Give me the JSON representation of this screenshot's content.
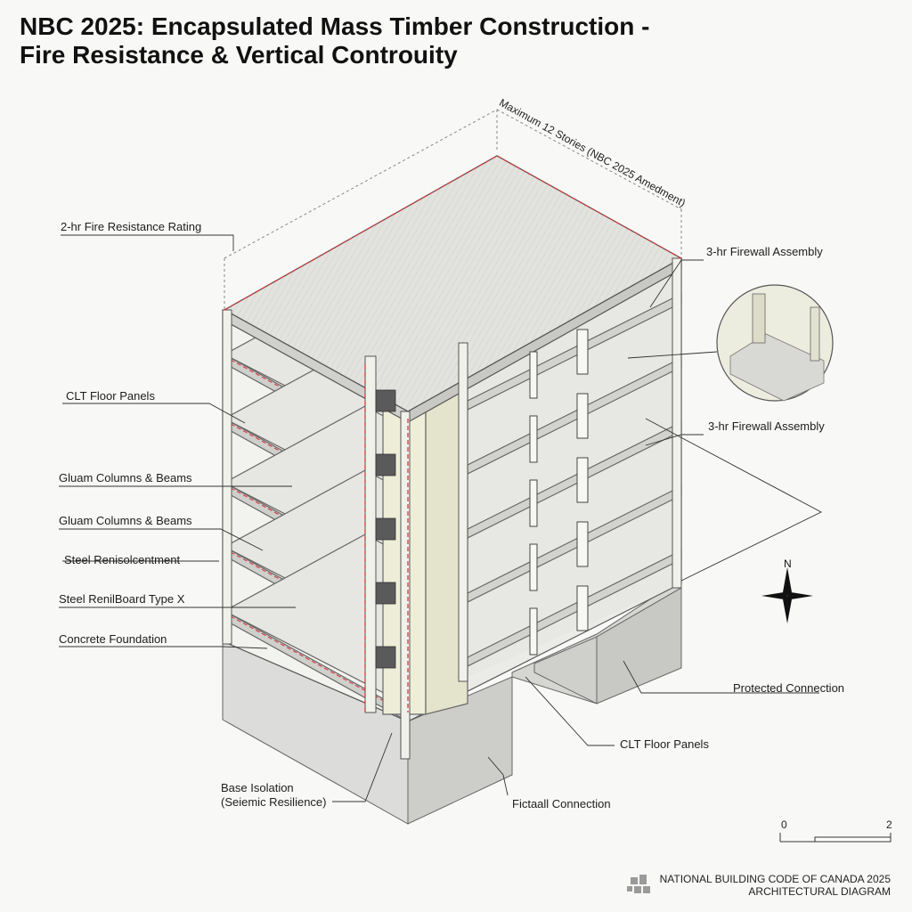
{
  "title": {
    "line1": "NBC 2025: Encapsulated Mass Timber Construction -",
    "line2": "Fire Resistance & Vertical Controuity"
  },
  "dimension_label": "Maximum 12 Stories (NBC 2025 Amedment)",
  "labels": {
    "fire_rating": "2-hr Fire Resistance Rating",
    "clt_left": "CLT Floor Panels",
    "glulam_1": "Gluam Columns & Beams",
    "glulam_2": "Gluam Columns & Beams",
    "steel_reinf": "Steel Renisolcentment",
    "steel_board": "Steel RenilBoard Type X",
    "concrete": "Concrete Foundation",
    "base_iso_1": "Base Isolation",
    "base_iso_2": "(Seiemic Resilience)",
    "firewall_1": "3-hr Firewall Assembly",
    "firewall_2": "3-hr Firewall Assembly",
    "protected": "Protected Connection",
    "clt_right": "CLT Floor Panels",
    "fictall": "Fictaall Connection"
  },
  "compass": {
    "north": "N"
  },
  "scale": {
    "start": "0",
    "end": "2"
  },
  "footer": {
    "line1": "NATIONAL BUILDING CODE OF CANADA 2025",
    "line2": "ARCHITECTURAL DIAGRAM"
  },
  "colors": {
    "fire_line": "#d93b3b",
    "timber": "#f0f0df",
    "concrete": "#d4d4d1",
    "slab": "#dcdcda",
    "steel": "#5a5a5a"
  }
}
